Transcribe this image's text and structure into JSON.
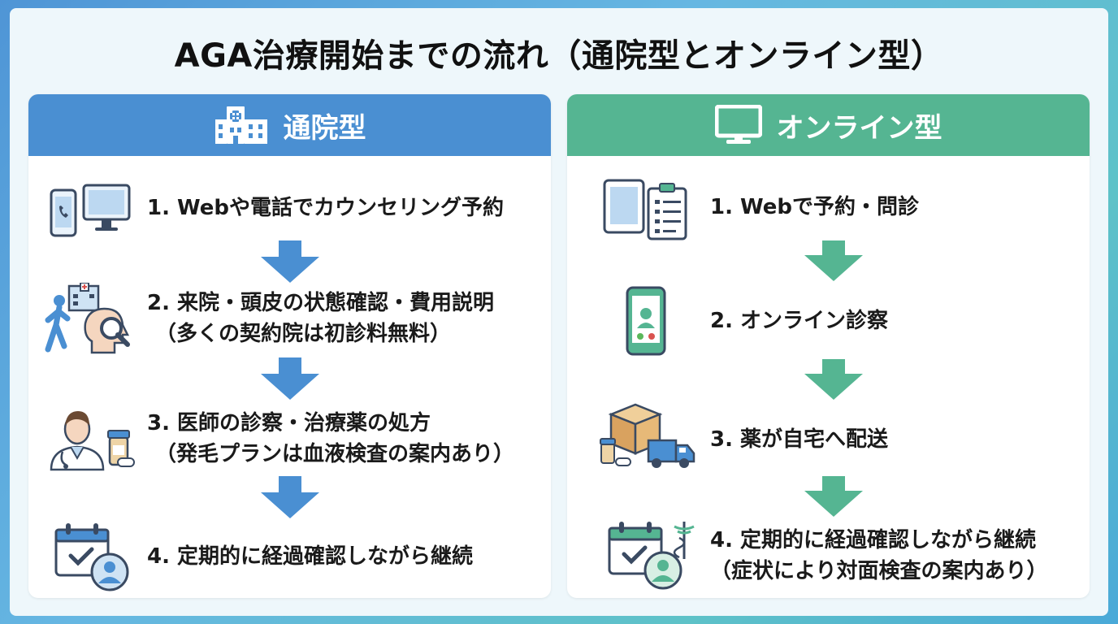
{
  "title": "AGA治療開始までの流れ（通院型とオンライン型）",
  "colors": {
    "left_accent": "#4a8fd2",
    "right_accent": "#55b592"
  },
  "left": {
    "header": "通院型",
    "header_icon": "hospital-icon",
    "steps": [
      {
        "line1": "1. Webや電話でカウンセリング予約",
        "line2": "",
        "icon": "phone-and-monitor-icon"
      },
      {
        "line1": "2. 来院・頭皮の状態確認・費用説明",
        "line2": "（多くの契約院は初診料無料）",
        "icon": "walking-to-clinic-scalp-check-icon"
      },
      {
        "line1": "3. 医師の診察・治療薬の処方",
        "line2": "（発毛プランは血液検査の案内あり）",
        "icon": "doctor-and-medicine-icon"
      },
      {
        "line1": "4. 定期的に経過確認しながら継続",
        "line2": "",
        "icon": "calendar-user-icon"
      }
    ]
  },
  "right": {
    "header": "オンライン型",
    "header_icon": "monitor-icon",
    "steps": [
      {
        "line1": "1. Webで予約・問診",
        "line2": "",
        "icon": "tablet-and-clipboard-icon"
      },
      {
        "line1": "2. オンライン診察",
        "line2": "",
        "icon": "smartphone-video-call-icon"
      },
      {
        "line1": "3. 薬が自宅へ配送",
        "line2": "",
        "icon": "package-delivery-truck-icon"
      },
      {
        "line1": "4. 定期的に経過確認しながら継続",
        "line2": "（症状により対面検査の案内あり）",
        "icon": "calendar-caduceus-user-icon"
      }
    ]
  }
}
